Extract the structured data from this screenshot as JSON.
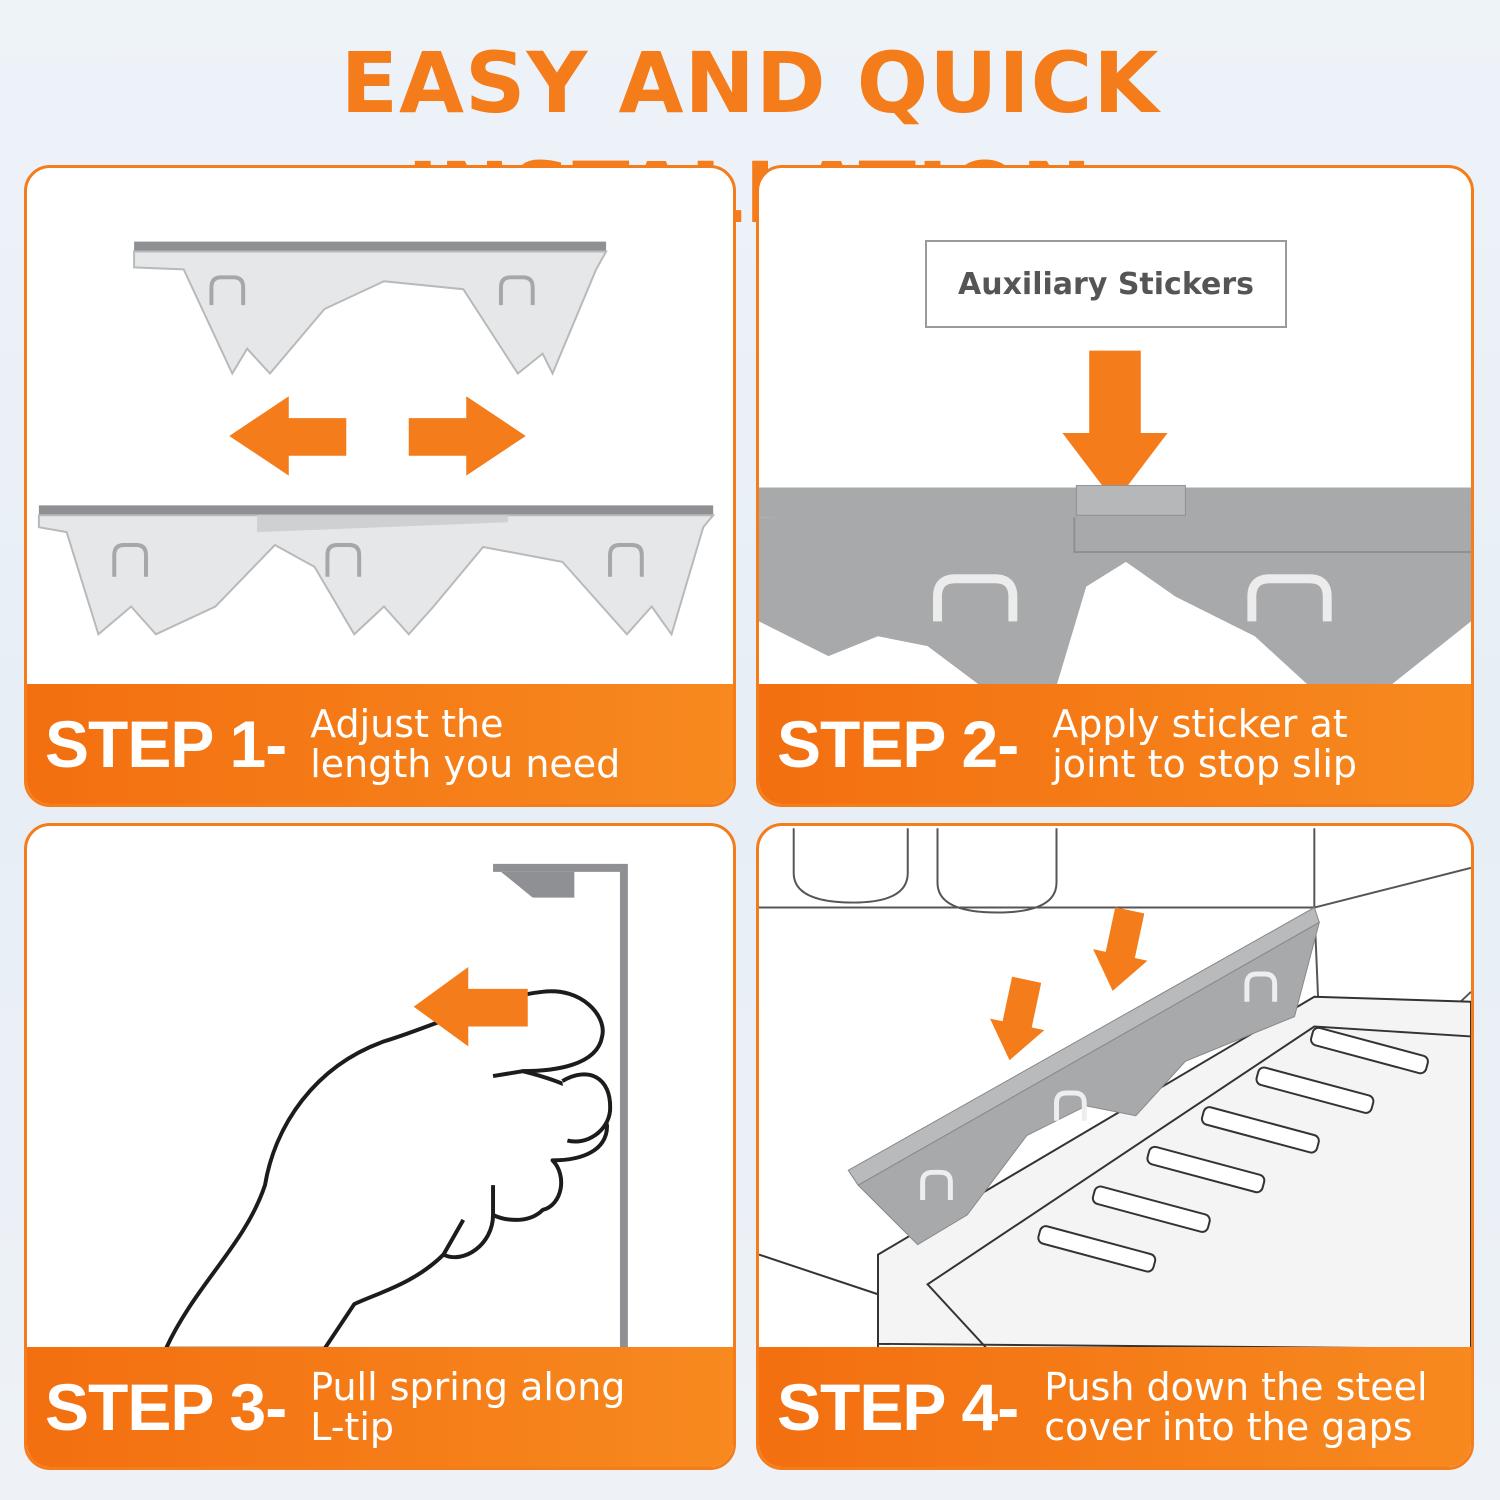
{
  "title": "EASY AND QUICK INSTALLATION",
  "colors": {
    "accent": "#f47c1a",
    "steel": "#9ea0a3",
    "steel_light": "#e4e5e6"
  },
  "steps": [
    {
      "label": "STEP 1-",
      "line1": "Adjust the",
      "line2": "length you need"
    },
    {
      "label": "STEP 2-",
      "line1": "Apply sticker at",
      "line2": "joint to stop slip",
      "callout": "Auxiliary Stickers"
    },
    {
      "label": "STEP 3-",
      "line1": "Pull spring along",
      "line2": "L-tip"
    },
    {
      "label": "STEP 4-",
      "line1": "Push down the steel",
      "line2": "cover into the gaps"
    }
  ]
}
